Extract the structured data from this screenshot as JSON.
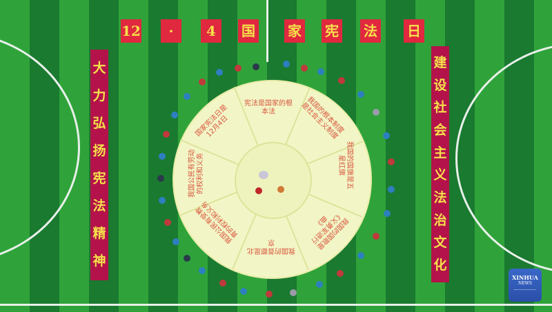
{
  "scene": {
    "description": "Aerial photo of people standing around a large paper wheel on a soccer field for National Constitution Day",
    "colors": {
      "grass_light": "#2fa33a",
      "grass_dark": "#1a7a30",
      "banner_red": "#b3134a",
      "tile_red": "#e0283f",
      "text_yellow": "#f7e04a",
      "wheel": "#f2f6c6",
      "wheel_text": "#d8553f"
    }
  },
  "title": {
    "tiles": [
      "12",
      "·",
      "4",
      "国",
      "家",
      "宪",
      "法",
      "日"
    ],
    "full": "12·4国家宪法日"
  },
  "left_banner": {
    "chars": [
      "大",
      "力",
      "弘",
      "扬",
      "宪",
      "法",
      "精",
      "神"
    ],
    "full": "大力弘扬宪法精神"
  },
  "right_banner": {
    "chars": [
      "建",
      "设",
      "社",
      "会",
      "主",
      "义",
      "法",
      "治",
      "文",
      "化"
    ],
    "full": "建设社会主义法治文化"
  },
  "wheel": {
    "segments": [
      "宪法是国家的根本法",
      "我国的根本制度是社会主义制度",
      "我国的国旗是五星红旗",
      "我国的国歌是《义勇军进行曲》",
      "我国的首都是北京",
      "我国公民有受教育的权利和义务",
      "我国公民有劳动的权利和义务",
      "国家宪法日是12月4日"
    ]
  },
  "watermark": {
    "line1": "XINHUA",
    "line2": "NEWS"
  }
}
